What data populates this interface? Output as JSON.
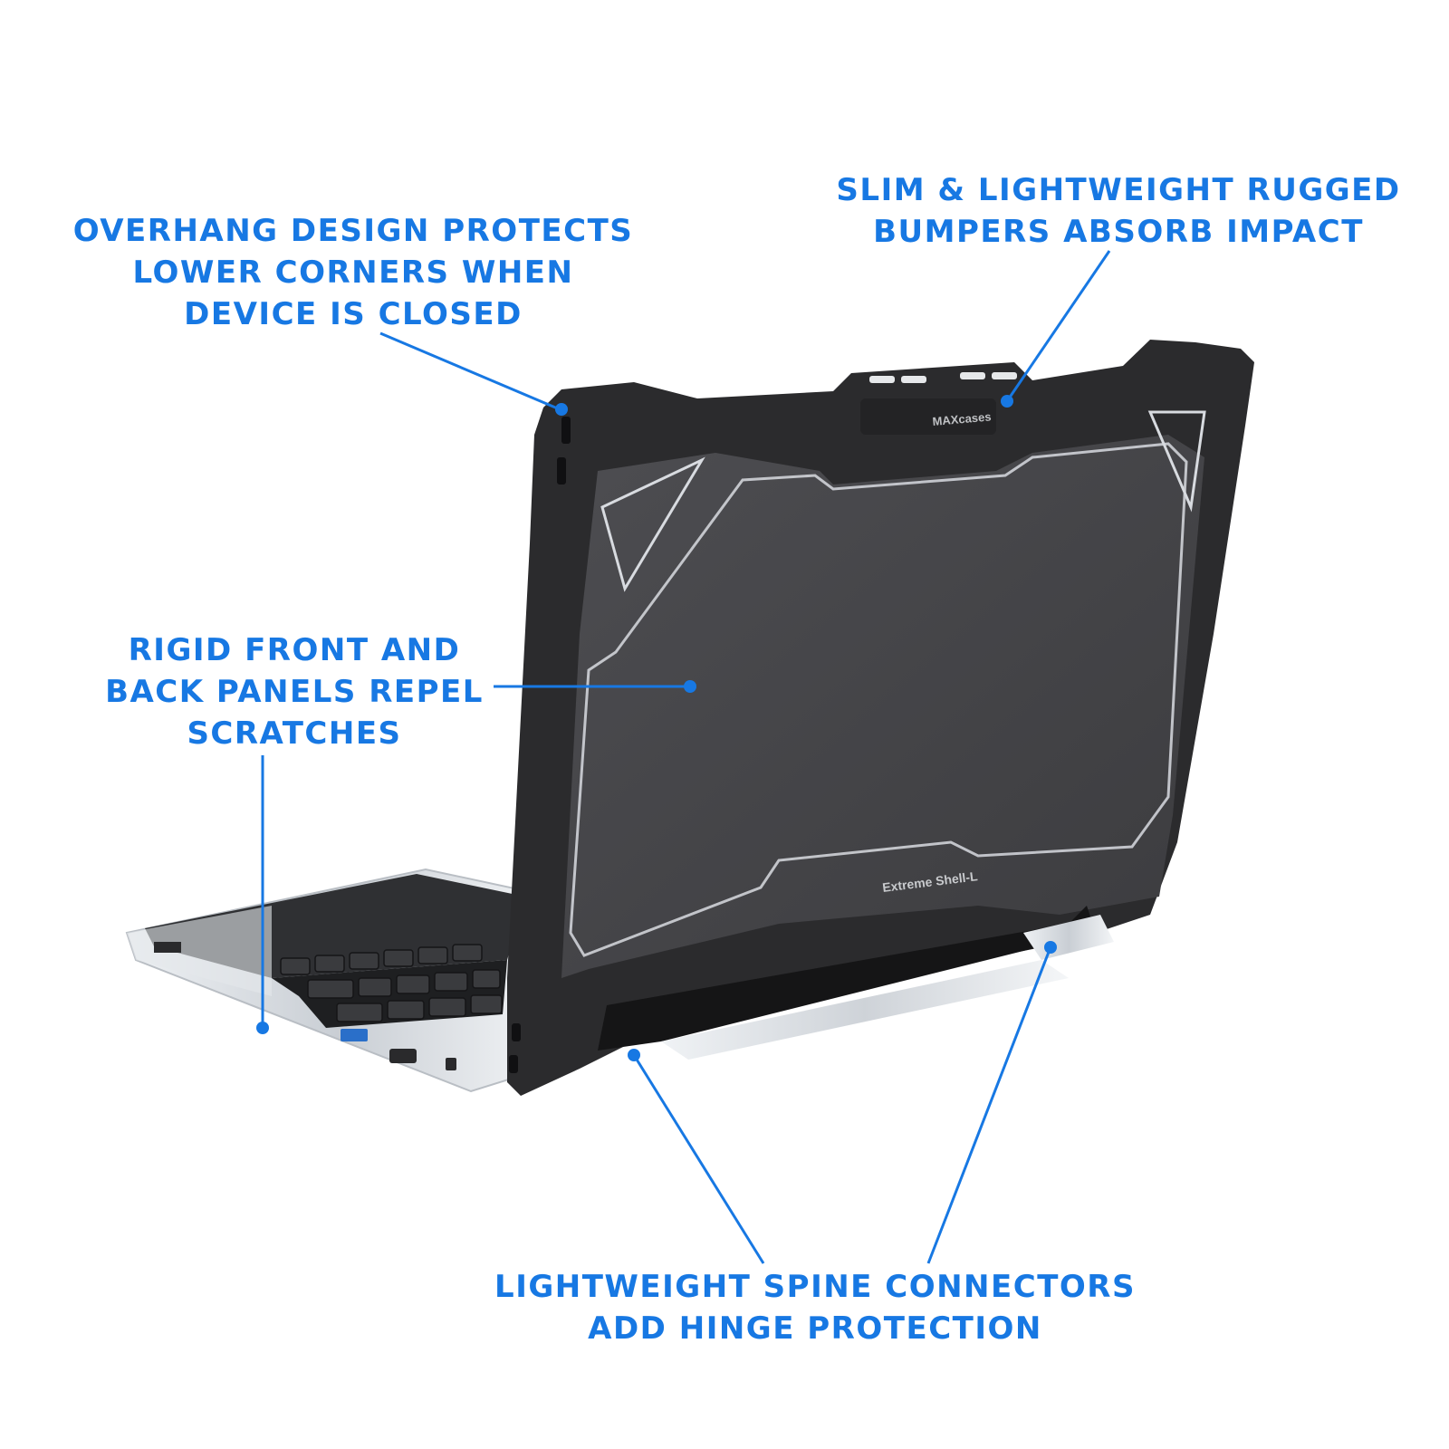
{
  "colors": {
    "accent": "#1778e3",
    "case_dark": "#2b2b2d",
    "case_panel": "#48484b",
    "case_trim": "#d8dbe0",
    "background": "#ffffff"
  },
  "callouts": {
    "overhang": "OVERHANG DESIGN PROTECTS\nLOWER CORNERS WHEN\nDEVICE IS CLOSED",
    "bumpers": "SLIM & LIGHTWEIGHT RUGGED\nBUMPERS ABSORB IMPACT",
    "panels": "RIGID FRONT AND\nBACK PANELS REPEL\nSCRATCHES",
    "spine": "LIGHTWEIGHT SPINE CONNECTORS\nADD HINGE PROTECTION"
  },
  "product": {
    "model_label": "Extreme Shell-L",
    "brand_label": "MAXcases"
  }
}
